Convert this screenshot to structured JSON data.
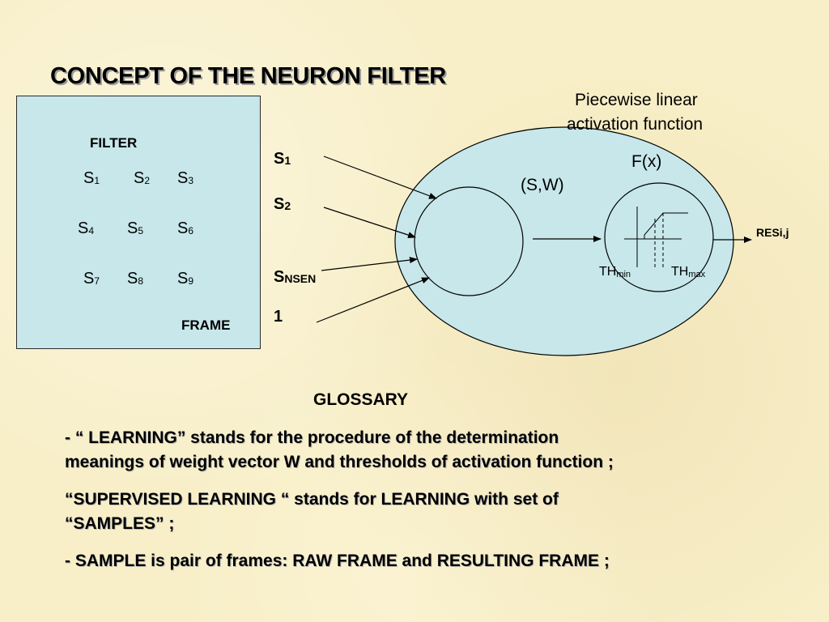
{
  "title": "CONCEPT OF THE NEURON  FILTER",
  "filter_box": {
    "filter_label": "FILTER",
    "frame_label": "FRAME",
    "cells": [
      {
        "base": "S",
        "sub": "1"
      },
      {
        "base": "S",
        "sub": "2"
      },
      {
        "base": "S",
        "sub": "3"
      },
      {
        "base": "S",
        "sub": "4"
      },
      {
        "base": "S",
        "sub": "5"
      },
      {
        "base": "S",
        "sub": "6"
      },
      {
        "base": "S",
        "sub": "7"
      },
      {
        "base": "S",
        "sub": "8"
      },
      {
        "base": "S",
        "sub": "9"
      }
    ]
  },
  "inputs": [
    {
      "base": "S",
      "sub": "1"
    },
    {
      "base": "S",
      "sub": "2"
    },
    {
      "base": "S",
      "sub": "NSEN"
    },
    {
      "base": "1",
      "sub": ""
    }
  ],
  "neuron": {
    "activation_caption_line1": "Piecewise linear",
    "activation_caption_line2": "activation function",
    "fx_label": "F(x)",
    "sw_label": "(S,W)",
    "th_min": {
      "base": "TH",
      "sub": "min"
    },
    "th_max": {
      "base": "TH",
      "sub": "max"
    },
    "output_label": "RESi,j"
  },
  "glossary": {
    "heading": "GLOSSARY",
    "line1": "-  “ LEARNING”    stands for the procedure of the determination",
    "line2": "meanings  of weight vector W and thresholds of activation function ;",
    "line3": "“SUPERVISED LEARNING “ stands  for LEARNING with set of",
    "line4": "“SAMPLES” ;",
    "line5": "-  SAMPLE is pair of frames:  RAW FRAME and RESULTING FRAME ;"
  },
  "colors": {
    "background": "#f8efc8",
    "filter_box_fill": "#c7e7ea",
    "neuron_fill": "#c7e7ea",
    "stroke": "#000000"
  }
}
